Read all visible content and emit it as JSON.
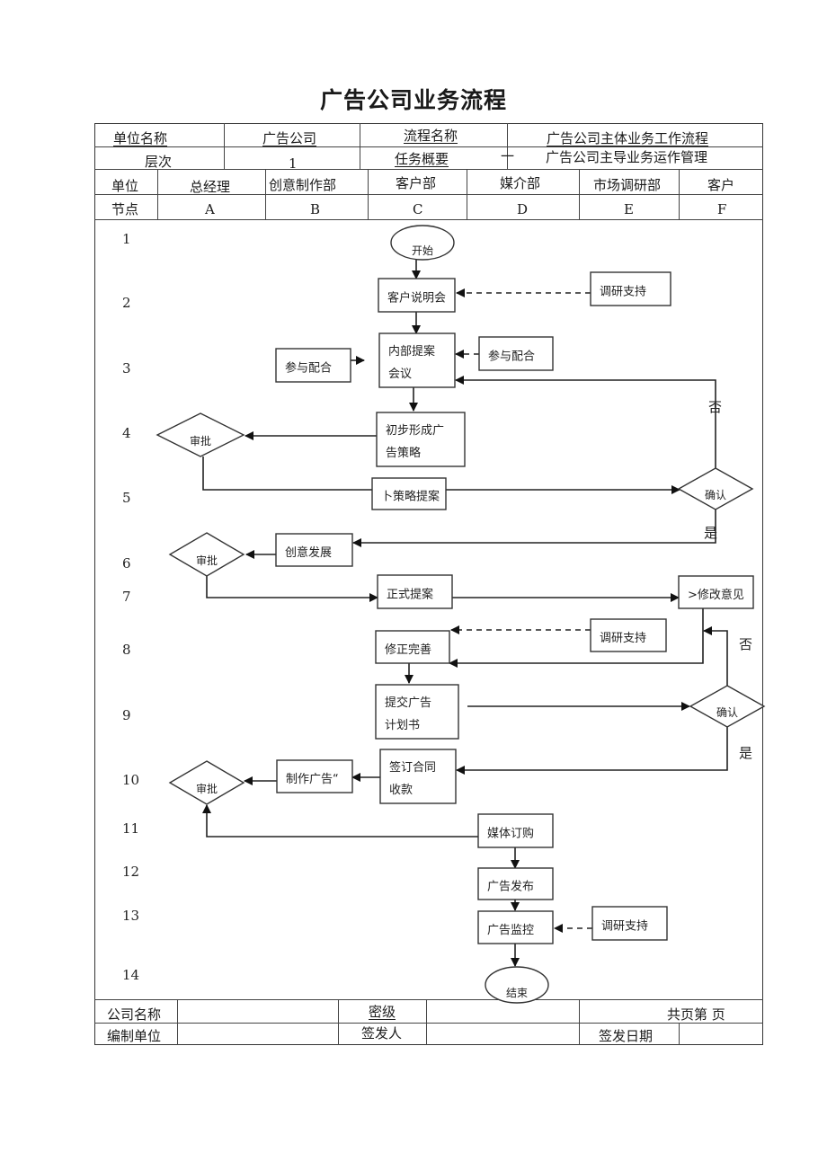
{
  "title": "广告公司业务流程",
  "header": {
    "unit_name_label": "单位名称",
    "unit_name_value": "广告公司",
    "process_name_label": "流程名称",
    "process_name_value": "广告公司主体业务工作流程",
    "level_label": "层次",
    "level_value": "1",
    "task_summary_label": "任务概要",
    "task_summary_dash": "一",
    "task_summary_value": "广告公司主导业务运作管理"
  },
  "columns": {
    "unit_label": "单位",
    "node_label": "节点",
    "departments": [
      {
        "name": "总经理",
        "code": "A"
      },
      {
        "name": "创意制作部",
        "code": "B"
      },
      {
        "name": "客户部",
        "code": "C"
      },
      {
        "name": "媒介部",
        "code": "D"
      },
      {
        "name": "市场调研部",
        "code": "E"
      },
      {
        "name": "客户",
        "code": "F"
      }
    ]
  },
  "rows": [
    "1",
    "2",
    "3",
    "4",
    "5",
    "6",
    "7",
    "8",
    "9",
    "10",
    "11",
    "12",
    "13",
    "14"
  ],
  "nodes": [
    {
      "id": "start",
      "shape": "ellipse",
      "lines": [
        "开始"
      ]
    },
    {
      "id": "client_briefing",
      "shape": "rect",
      "lines": [
        "客户说明会"
      ]
    },
    {
      "id": "research_1",
      "shape": "rect",
      "lines": [
        "调研支持"
      ]
    },
    {
      "id": "internal_meeting",
      "shape": "rect",
      "lines": [
        "内部提案",
        "会议"
      ]
    },
    {
      "id": "participate_left",
      "shape": "rect",
      "lines": [
        "参与配合"
      ]
    },
    {
      "id": "participate_right",
      "shape": "rect",
      "lines": [
        "参与配合"
      ]
    },
    {
      "id": "initial_strategy",
      "shape": "rect",
      "lines": [
        "初步形成广",
        "告策略"
      ]
    },
    {
      "id": "approve_1",
      "shape": "diamond",
      "lines": [
        "审批"
      ]
    },
    {
      "id": "strategy_proposal",
      "shape": "rect",
      "lines": [
        "卜策略提案"
      ]
    },
    {
      "id": "confirm_1",
      "shape": "diamond",
      "lines": [
        "确认"
      ]
    },
    {
      "id": "creative_dev",
      "shape": "rect",
      "lines": [
        "创意发展"
      ]
    },
    {
      "id": "approve_2",
      "shape": "diamond",
      "lines": [
        "审批"
      ]
    },
    {
      "id": "formal_proposal",
      "shape": "rect",
      "lines": [
        "正式提案"
      ]
    },
    {
      "id": "revision_opinion",
      "shape": "rect",
      "lines": [
        ">修改意见"
      ]
    },
    {
      "id": "revise",
      "shape": "rect",
      "lines": [
        "修正完善"
      ]
    },
    {
      "id": "research_2",
      "shape": "rect",
      "lines": [
        "调研支持"
      ]
    },
    {
      "id": "submit_plan",
      "shape": "rect",
      "lines": [
        "提交广告",
        "计划书"
      ]
    },
    {
      "id": "confirm_2",
      "shape": "diamond",
      "lines": [
        "确认"
      ]
    },
    {
      "id": "approve_3",
      "shape": "diamond",
      "lines": [
        "审批"
      ]
    },
    {
      "id": "produce_ad",
      "shape": "rect",
      "lines": [
        "制作广告“"
      ]
    },
    {
      "id": "sign_contract",
      "shape": "rect",
      "lines": [
        "签订合同",
        "收款"
      ]
    },
    {
      "id": "media_purchase",
      "shape": "rect",
      "lines": [
        "媒体订购"
      ]
    },
    {
      "id": "ad_release",
      "shape": "rect",
      "lines": [
        "广告发布"
      ]
    },
    {
      "id": "ad_monitor",
      "shape": "rect",
      "lines": [
        "广告监控"
      ]
    },
    {
      "id": "research_3",
      "shape": "rect",
      "lines": [
        "调研支持"
      ]
    },
    {
      "id": "end",
      "shape": "ellipse",
      "lines": [
        "结束"
      ]
    }
  ],
  "edges": [
    {
      "from": "start",
      "to": "client_briefing",
      "style": "solid"
    },
    {
      "from": "research_1",
      "to": "client_briefing",
      "style": "dashed"
    },
    {
      "from": "client_briefing",
      "to": "internal_meeting",
      "style": "solid"
    },
    {
      "from": "participate_left",
      "to": "internal_meeting",
      "style": "solid"
    },
    {
      "from": "participate_right",
      "to": "internal_meeting",
      "style": "dashed"
    },
    {
      "from": "internal_meeting",
      "to": "initial_strategy",
      "style": "solid"
    },
    {
      "from": "initial_strategy",
      "to": "approve_1",
      "style": "solid"
    },
    {
      "from": "approve_1",
      "to": "confirm_1",
      "style": "solid",
      "via": "strategy_proposal"
    },
    {
      "from": "confirm_1",
      "to": "internal_meeting",
      "style": "solid",
      "label": "否"
    },
    {
      "from": "confirm_1",
      "to": "creative_dev",
      "style": "solid",
      "label": "是"
    },
    {
      "from": "creative_dev",
      "to": "approve_2",
      "style": "solid"
    },
    {
      "from": "approve_2",
      "to": "formal_proposal",
      "style": "solid"
    },
    {
      "from": "formal_proposal",
      "to": "revision_opinion",
      "style": "solid"
    },
    {
      "from": "revision_opinion",
      "to": "revise",
      "style": "solid"
    },
    {
      "from": "research_2",
      "to": "revise",
      "style": "dashed"
    },
    {
      "from": "revise",
      "to": "submit_plan",
      "style": "solid"
    },
    {
      "from": "submit_plan",
      "to": "confirm_2",
      "style": "solid"
    },
    {
      "from": "confirm_2",
      "to": "revision_opinion",
      "style": "solid",
      "label": "否"
    },
    {
      "from": "confirm_2",
      "to": "sign_contract",
      "style": "solid",
      "label": "是"
    },
    {
      "from": "sign_contract",
      "to": "produce_ad",
      "style": "solid"
    },
    {
      "from": "produce_ad",
      "to": "approve_3",
      "style": "solid"
    },
    {
      "from": "media_purchase",
      "to": "approve_3",
      "style": "solid"
    },
    {
      "from": "media_purchase",
      "to": "ad_release",
      "style": "solid"
    },
    {
      "from": "ad_release",
      "to": "ad_monitor",
      "style": "solid"
    },
    {
      "from": "research_3",
      "to": "ad_monitor",
      "style": "dashed"
    },
    {
      "from": "ad_monitor",
      "to": "end",
      "style": "solid"
    }
  ],
  "footer": {
    "company_name_label": "公司名称",
    "secret_level_label": "密级",
    "pages_label": "共页第 页",
    "prepared_by_label": "编制单位",
    "issuer_label": "签发人",
    "issue_date_label": "签发日期"
  }
}
